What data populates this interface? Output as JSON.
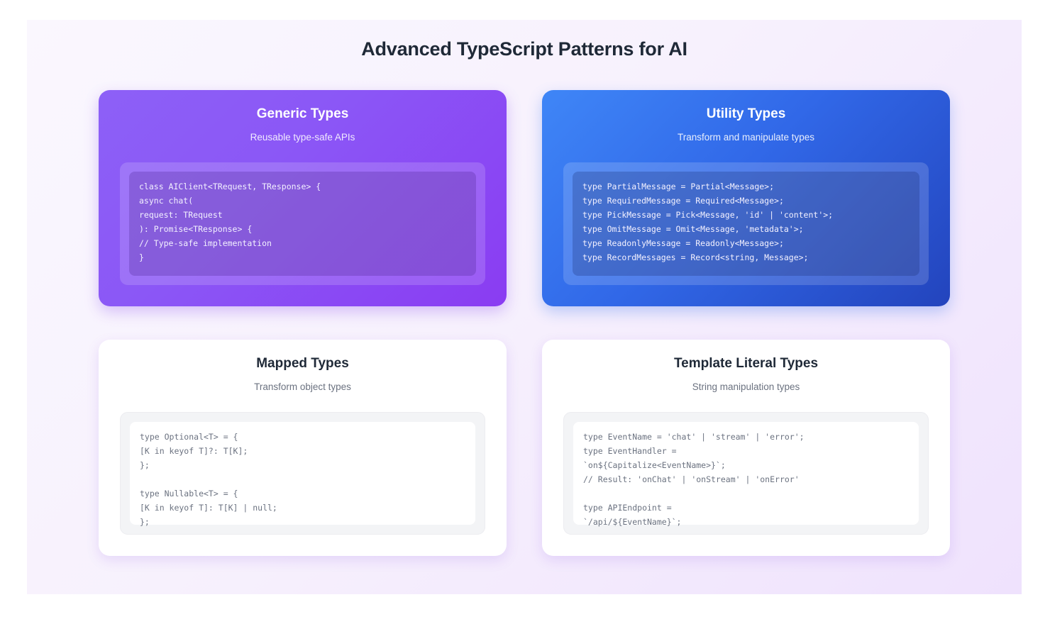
{
  "page": {
    "title": "Advanced TypeScript Patterns for AI",
    "background_start": "#faf7fe",
    "background_end": "#efe2fd",
    "title_color": "#1f2937"
  },
  "cards": [
    {
      "title": "Generic Types",
      "subtitle": "Reusable type-safe APIs",
      "style": "gradient-purple",
      "accent_start": "#8d60f7",
      "accent_end": "#8a3cf2",
      "code": "class AIClient<TRequest, TResponse> {\nasync chat(\nrequest: TRequest\n): Promise<TResponse> {\n// Type-safe implementation\n}"
    },
    {
      "title": "Utility Types",
      "subtitle": "Transform and manipulate types",
      "style": "gradient-blue",
      "accent_start": "#3f86f7",
      "accent_end": "#2344bd",
      "code": "type PartialMessage = Partial<Message>;\ntype RequiredMessage = Required<Message>;\ntype PickMessage = Pick<Message, 'id' | 'content'>;\ntype OmitMessage = Omit<Message, 'metadata'>;\ntype ReadonlyMessage = Readonly<Message>;\ntype RecordMessages = Record<string, Message>;"
    },
    {
      "title": "Mapped Types",
      "subtitle": "Transform object types",
      "style": "plain",
      "accent_start": "#ffffff",
      "accent_end": "#ffffff",
      "code": "type Optional<T> = {\n[K in keyof T]?: T[K];\n};\n\ntype Nullable<T> = {\n[K in keyof T]: T[K] | null;\n};"
    },
    {
      "title": "Template Literal Types",
      "subtitle": "String manipulation types",
      "style": "plain",
      "accent_start": "#ffffff",
      "accent_end": "#ffffff",
      "code": "type EventName = 'chat' | 'stream' | 'error';\ntype EventHandler =\n`on${Capitalize<EventName>}`;\n// Result: 'onChat' | 'onStream' | 'onError'\n\ntype APIEndpoint =\n`/api/${EventName}`;"
    }
  ]
}
